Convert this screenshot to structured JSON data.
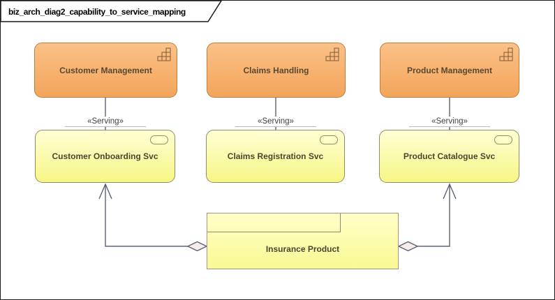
{
  "frame": {
    "title": "biz_arch_diag2_capability_to_service_mapping"
  },
  "capabilities": [
    {
      "label": "Customer Management"
    },
    {
      "label": "Claims Handling"
    },
    {
      "label": "Product Management"
    }
  ],
  "services": [
    {
      "label": "Customer Onboarding Svc"
    },
    {
      "label": "Claims Registration Svc"
    },
    {
      "label": "Product Catalogue Svc"
    }
  ],
  "product": {
    "label": "Insurance Product"
  },
  "connectors": {
    "serving_stereotype": "«Serving»"
  },
  "icons": {
    "capability": "capability-staircase-icon",
    "service": "service-oval-icon"
  },
  "colors": {
    "capability_fill_top": "#FBC188",
    "capability_fill_bottom": "#F3A55A",
    "capability_border": "#BE7C40",
    "capability_text": "#5A4733",
    "service_fill_top": "#FFFFD6",
    "service_fill_bottom": "#F6F685",
    "service_border": "#8F8F5F",
    "service_text": "#4B4630",
    "product_fill_top": "#FFFFC9",
    "product_fill_bottom": "#F9F994",
    "product_border": "#AC9082",
    "connector": "#5A6078",
    "diamond_fill": "#F7ECE8",
    "label_text": "#3E3E40",
    "frame_border": "#1A1A1A"
  }
}
